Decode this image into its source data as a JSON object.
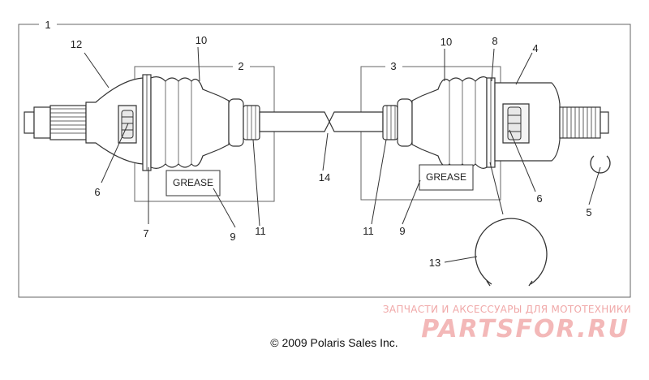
{
  "callouts": {
    "c1": "1",
    "c2": "2",
    "c3": "3",
    "c4": "4",
    "c5": "5",
    "c6a": "6",
    "c6b": "6",
    "c7": "7",
    "c8": "8",
    "c9a": "9",
    "c9b": "9",
    "c10a": "10",
    "c10b": "10",
    "c11a": "11",
    "c11b": "11",
    "c12": "12",
    "c13": "13",
    "c14": "14"
  },
  "grease_left": "GREASE",
  "grease_right": "GREASE",
  "copyright": "© 2009 Polaris Sales Inc.",
  "watermark": {
    "tagline": "ЗАПЧАСТИ И АКСЕССУАРЫ ДЛЯ МОТОТЕХНИКИ",
    "brand": "PARTSFOR.RU"
  },
  "colors": {
    "line": "#333333",
    "frame": "#666666",
    "watermark": "#f0a8a8"
  }
}
